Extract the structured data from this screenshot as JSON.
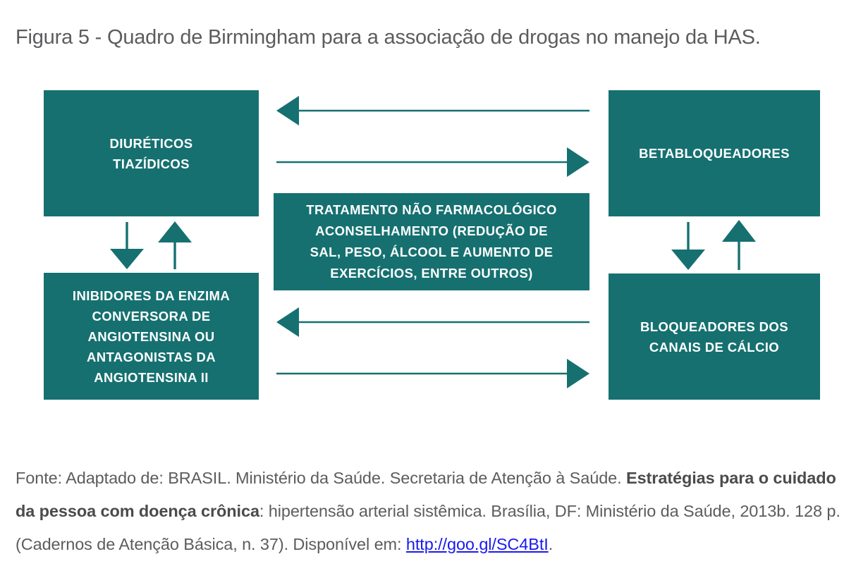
{
  "figure": {
    "title": "Figura 5 - Quadro de Birmingham para a associação de drogas no manejo da HAS."
  },
  "colors": {
    "box_fill": "#167070",
    "box_text": "#ffffff",
    "arrow": "#167070",
    "body_text": "#5b5c5e",
    "link": "#1a1aee",
    "page_background": "#ffffff"
  },
  "diagram": {
    "type": "flow-diagram",
    "boxes": [
      {
        "id": "thiazide-diuretics",
        "label": "DIURÉTICOS\nTIAZÍDICOS",
        "label_lines": [
          "DIURÉTICOS",
          "TIAZÍDICOS"
        ],
        "position": "top-left"
      },
      {
        "id": "beta-blockers",
        "label": "BETABLOQUEADORES",
        "label_lines": [
          "BETABLOQUEADORES"
        ],
        "position": "top-right"
      },
      {
        "id": "ace-inhibitors",
        "label": "INIBIDORES DA ENZIMA CONVERSORA DE ANGIOTENSINA OU ANTAGONISTAS DA ANGIOTENSINA II",
        "label_lines": [
          "INIBIDORES DA ENZIMA",
          "CONVERSORA DE",
          "ANGIOTENSINA OU",
          "ANTAGONISTAS DA",
          "ANGIOTENSINA II"
        ],
        "position": "bottom-left"
      },
      {
        "id": "calcium-channel-blockers",
        "label": "BLOQUEADORES DOS CANAIS DE CÁLCIO",
        "label_lines": [
          "BLOQUEADORES DOS",
          "CANAIS DE CÁLCIO"
        ],
        "position": "bottom-right"
      },
      {
        "id": "non-pharmacological",
        "label": "TRATAMENTO NÃO FARMACOLÓGICO ACONSELHAMENTO (REDUÇÃO DE SAL, PESO, ÁLCOOL E AUMENTO DE EXERCÍCIOS, ENTRE OUTROS)",
        "label_lines": [
          "TRATAMENTO NÃO FARMACOLÓGICO",
          "ACONSELHAMENTO (REDUÇÃO DE",
          "SAL, PESO, ÁLCOOL E AUMENTO DE",
          "EXERCÍCIOS, ENTRE OUTROS)"
        ],
        "position": "center"
      }
    ],
    "arrows": [
      {
        "id": "arrow-beta-to-diuretics",
        "from": "beta-blockers",
        "to": "thiazide-diuretics",
        "direction": "left",
        "orientation": "horizontal",
        "region": "top"
      },
      {
        "id": "arrow-diuretics-to-beta",
        "from": "thiazide-diuretics",
        "to": "beta-blockers",
        "direction": "right",
        "orientation": "horizontal",
        "region": "top"
      },
      {
        "id": "arrow-ccb-to-ace",
        "from": "calcium-channel-blockers",
        "to": "ace-inhibitors",
        "direction": "left",
        "orientation": "horizontal",
        "region": "bottom"
      },
      {
        "id": "arrow-ace-to-ccb",
        "from": "ace-inhibitors",
        "to": "calcium-channel-blockers",
        "direction": "right",
        "orientation": "horizontal",
        "region": "bottom"
      },
      {
        "id": "arrow-diuretics-to-ace",
        "from": "thiazide-diuretics",
        "to": "ace-inhibitors",
        "direction": "down",
        "orientation": "vertical",
        "region": "left"
      },
      {
        "id": "arrow-ace-to-diuretics",
        "from": "ace-inhibitors",
        "to": "thiazide-diuretics",
        "direction": "up",
        "orientation": "vertical",
        "region": "left"
      },
      {
        "id": "arrow-beta-to-ccb",
        "from": "beta-blockers",
        "to": "calcium-channel-blockers",
        "direction": "down",
        "orientation": "vertical",
        "region": "right"
      },
      {
        "id": "arrow-ccb-to-beta",
        "from": "calcium-channel-blockers",
        "to": "beta-blockers",
        "direction": "up",
        "orientation": "vertical",
        "region": "right"
      }
    ]
  },
  "source": {
    "prefix": "Fonte: Adaptado de: BRASIL. Ministério da Saúde. Secretaria de Atenção à Saúde. ",
    "work_title_bold": "Estratégias para o cuidado da pessoa com doença crônica",
    "middle": ": hipertensão arterial sistêmica. Brasília, DF: Ministério da Saúde, 2013b. 128 p. (Cadernos de Atenção Básica, n. 37). Disponível em: ",
    "link_text": "http://goo.gl/SC4BtI",
    "suffix": "."
  }
}
